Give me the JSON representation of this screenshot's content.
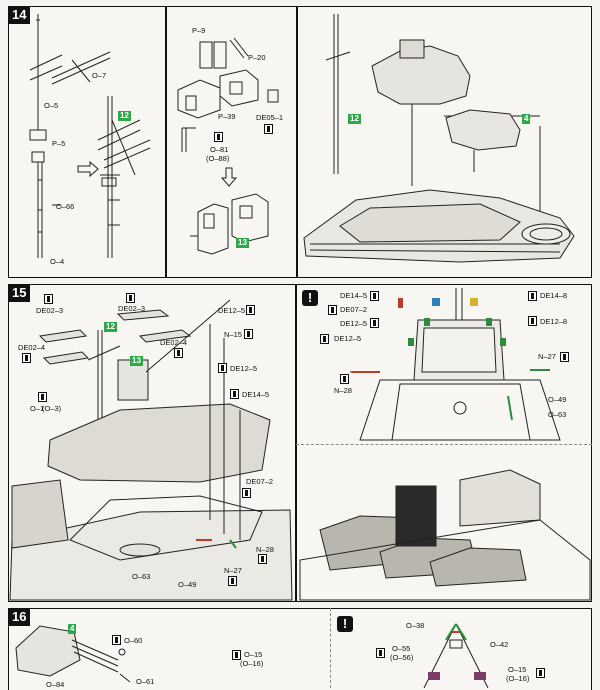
{
  "steps": {
    "s14": "14",
    "s15": "15",
    "s16": "16"
  },
  "part_numbers": {
    "p12": "12",
    "p4": "4",
    "p13": "13"
  },
  "warning_mark": "!",
  "labels": {
    "p14a": [
      "O–7",
      "O–5",
      "P–5",
      "O–66",
      "O–4"
    ],
    "p14b": [
      "P–9",
      "P–20",
      "P–39",
      "DE05–1",
      "O–81",
      "(O–88)"
    ],
    "p15a": [
      "DE02–3",
      "DE02–3",
      "DE12–5",
      "N–15",
      "DE02–4",
      "DE02–4",
      "DE12–5",
      "DE14–5",
      "O–1",
      "(O–3)",
      "DE07–2",
      "N–28",
      "N–27",
      "O–63",
      "O–49"
    ],
    "p15b": [
      "DE14–5",
      "DE07–2",
      "DE12–5",
      "DE12–5",
      "DE14–8",
      "DE12–8",
      "N–27",
      "N–28",
      "O–49",
      "O–63"
    ],
    "p16a": [
      "O–60",
      "O–61",
      "O–84",
      "O–15",
      "(O–16)"
    ],
    "p16b": [
      "O–38",
      "O–42",
      "O–55",
      "(O–56)",
      "O–15",
      "(O–16)"
    ]
  },
  "colors": {
    "step_badge": "#111111",
    "part_badge": "#2fa84a",
    "paint_red": "#c0392b",
    "paint_green": "#2e8b3e",
    "paint_blue": "#2f7fc1",
    "paint_yellow": "#d6b22a"
  },
  "icons": [
    "quantity-icon",
    "warning-icon",
    "arrow-right-icon",
    "arrow-down-icon"
  ]
}
